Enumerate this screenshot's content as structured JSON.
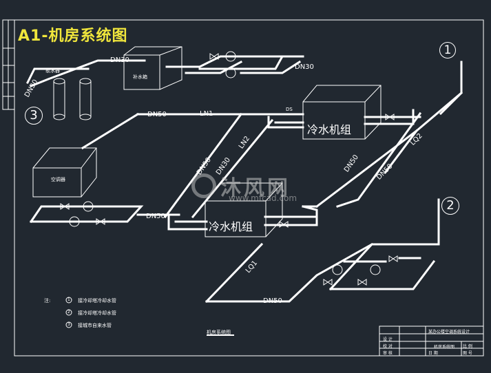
{
  "title": "A1-机房系统图",
  "watermark": {
    "text": "沐风网",
    "url": "www.mfcad.com"
  },
  "markers": {
    "m1": "1",
    "m2": "2",
    "m3": "3"
  },
  "equipment": {
    "chiller_upper": "冷水机组",
    "chiller_lower": "冷水机组",
    "tank_upper": "补水箱",
    "tank_lower": "空调器",
    "softener": "软水器",
    "ds": "DS"
  },
  "pipe_labels": {
    "dn30_top": "DN30",
    "dn30_right": "DN30",
    "dn30_left": "DN30",
    "dn50_top": "DN50",
    "ln1": "LN1",
    "ln2": "LN2",
    "dn50_diag": "DN50",
    "dn30_diag": "DN30",
    "dn50_mid": "DN50",
    "dn50_right1": "DN50",
    "dn50_right2": "DN50",
    "lq2": "LQ2",
    "lq1": "LQ1",
    "dn50_bottom": "DN50"
  },
  "legend": {
    "note": "注:",
    "item1_num": "1",
    "item1_text": "接冷却塔冷却水管",
    "item2_num": "2",
    "item2_text": "接冷却塔冷却水管",
    "item3_num": "3",
    "item3_text": "接城市自来水管"
  },
  "subtitle": "机房系统图",
  "title_block": {
    "project": "某办公楼空调系统设计",
    "r1": "设 计",
    "r2": "校 对",
    "r3": "审 核",
    "drawing": "机房系统图",
    "c1": "比 例",
    "c2": "图 号",
    "c3": "日 期"
  }
}
